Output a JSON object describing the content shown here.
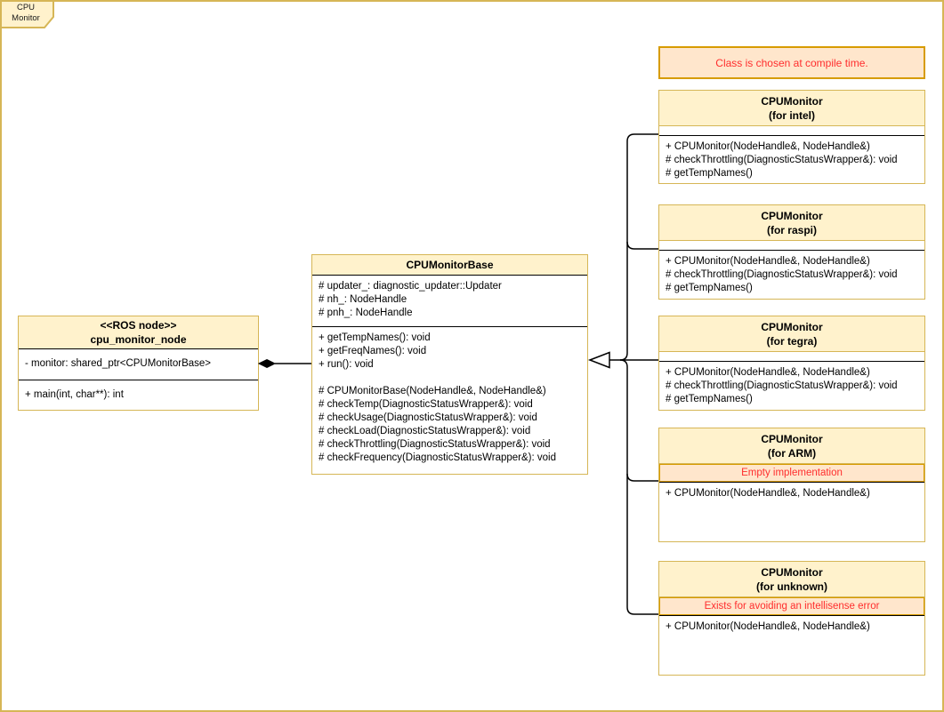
{
  "frame": {
    "tab_label": "CPU\nMonitor"
  },
  "colors": {
    "class_header_fill": "#fff2cc",
    "class_border": "#d6b656",
    "note_fill": "#ffe6cc",
    "note_border": "#d79b00",
    "note_text": "#ff2d2d",
    "separator": "#000000",
    "connector": "#000000"
  },
  "note": {
    "text": "Class is chosen at compile time."
  },
  "node_class": {
    "stereotype": "<<ROS node>>",
    "name": "cpu_monitor_node",
    "attributes": [
      "- monitor: shared_ptr<CPUMonitorBase>"
    ],
    "methods": [
      "+ main(int, char**): int"
    ]
  },
  "base_class": {
    "name": "CPUMonitorBase",
    "attributes": [
      "# updater_: diagnostic_updater::Updater",
      "# nh_: NodeHandle",
      "# pnh_: NodeHandle"
    ],
    "methods": [
      "+ getTempNames(): void",
      "+ getFreqNames(): void",
      "+ run(): void",
      "",
      "# CPUMonitorBase(NodeHandle&, NodeHandle&)",
      "# checkTemp(DiagnosticStatusWrapper&): void",
      "# checkUsage(DiagnosticStatusWrapper&): void",
      "# checkLoad(DiagnosticStatusWrapper&): void",
      "# checkThrottling(DiagnosticStatusWrapper&): void",
      "# checkFrequency(DiagnosticStatusWrapper&): void"
    ]
  },
  "subclasses": [
    {
      "name": "CPUMonitor",
      "variant": "(for intel)",
      "methods": [
        "+ CPUMonitor(NodeHandle&, NodeHandle&)",
        "# checkThrottling(DiagnosticStatusWrapper&): void",
        "# getTempNames()"
      ]
    },
    {
      "name": "CPUMonitor",
      "variant": "(for raspi)",
      "methods": [
        "+ CPUMonitor(NodeHandle&, NodeHandle&)",
        "# checkThrottling(DiagnosticStatusWrapper&): void",
        "# getTempNames()"
      ]
    },
    {
      "name": "CPUMonitor",
      "variant": "(for tegra)",
      "methods": [
        "+ CPUMonitor(NodeHandle&, NodeHandle&)",
        "# checkThrottling(DiagnosticStatusWrapper&): void",
        "# getTempNames()"
      ]
    },
    {
      "name": "CPUMonitor",
      "variant": "(for ARM)",
      "note": "Empty implementation",
      "methods": [
        "+ CPUMonitor(NodeHandle&, NodeHandle&)"
      ]
    },
    {
      "name": "CPUMonitor",
      "variant": "(for unknown)",
      "note": "Exists for avoiding an intellisense error",
      "methods": [
        "+ CPUMonitor(NodeHandle&, NodeHandle&)"
      ]
    }
  ]
}
